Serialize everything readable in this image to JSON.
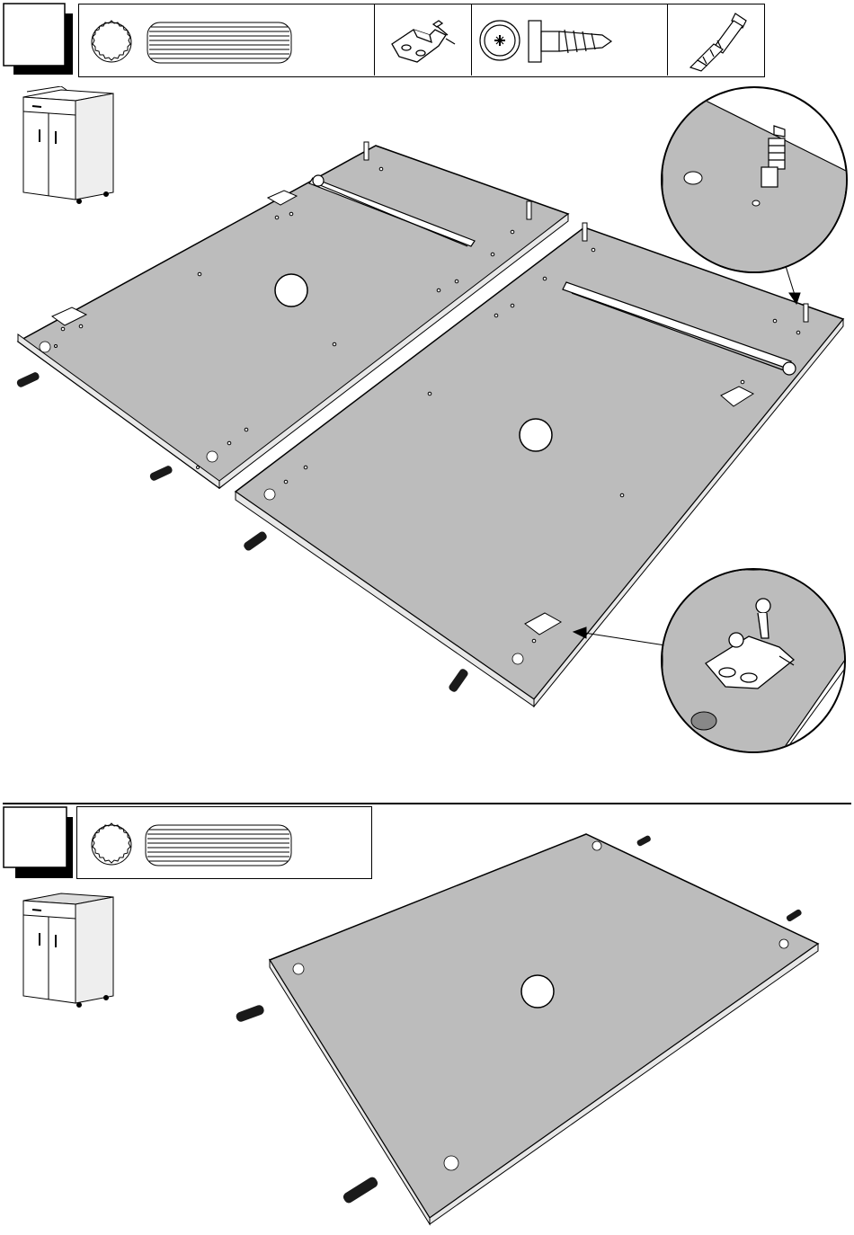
{
  "steps": [
    {
      "id": "step-1",
      "step_number": "",
      "parts_strip": {
        "items": [
          {
            "icon": "wooden-dowel-icon",
            "quantity": ""
          },
          {
            "icon": "hinge-plate-icon",
            "quantity": ""
          },
          {
            "icon": "cam-lock-and-screw-icon",
            "quantity": ""
          },
          {
            "icon": "connector-bolt-icon",
            "quantity": ""
          }
        ]
      },
      "panels": [
        {
          "name": "left-door-panel",
          "label": ""
        },
        {
          "name": "right-door-panel",
          "label": ""
        }
      ],
      "callouts": [
        {
          "name": "connector-bolt-detail-callout",
          "depicts": "connector-bolt-icon"
        },
        {
          "name": "hinge-plate-detail-callout",
          "depicts": "hinge-plate-icon"
        }
      ]
    },
    {
      "id": "step-2",
      "step_number": "",
      "parts_strip": {
        "items": [
          {
            "icon": "wooden-dowel-icon",
            "quantity": ""
          }
        ]
      },
      "panels": [
        {
          "name": "top-panel",
          "label": ""
        }
      ]
    }
  ],
  "colors": {
    "panel_fill": "#bcbcbc",
    "panel_edge": "#e6e6e6",
    "line": "#000000",
    "dowel": "#1a1a1a"
  }
}
